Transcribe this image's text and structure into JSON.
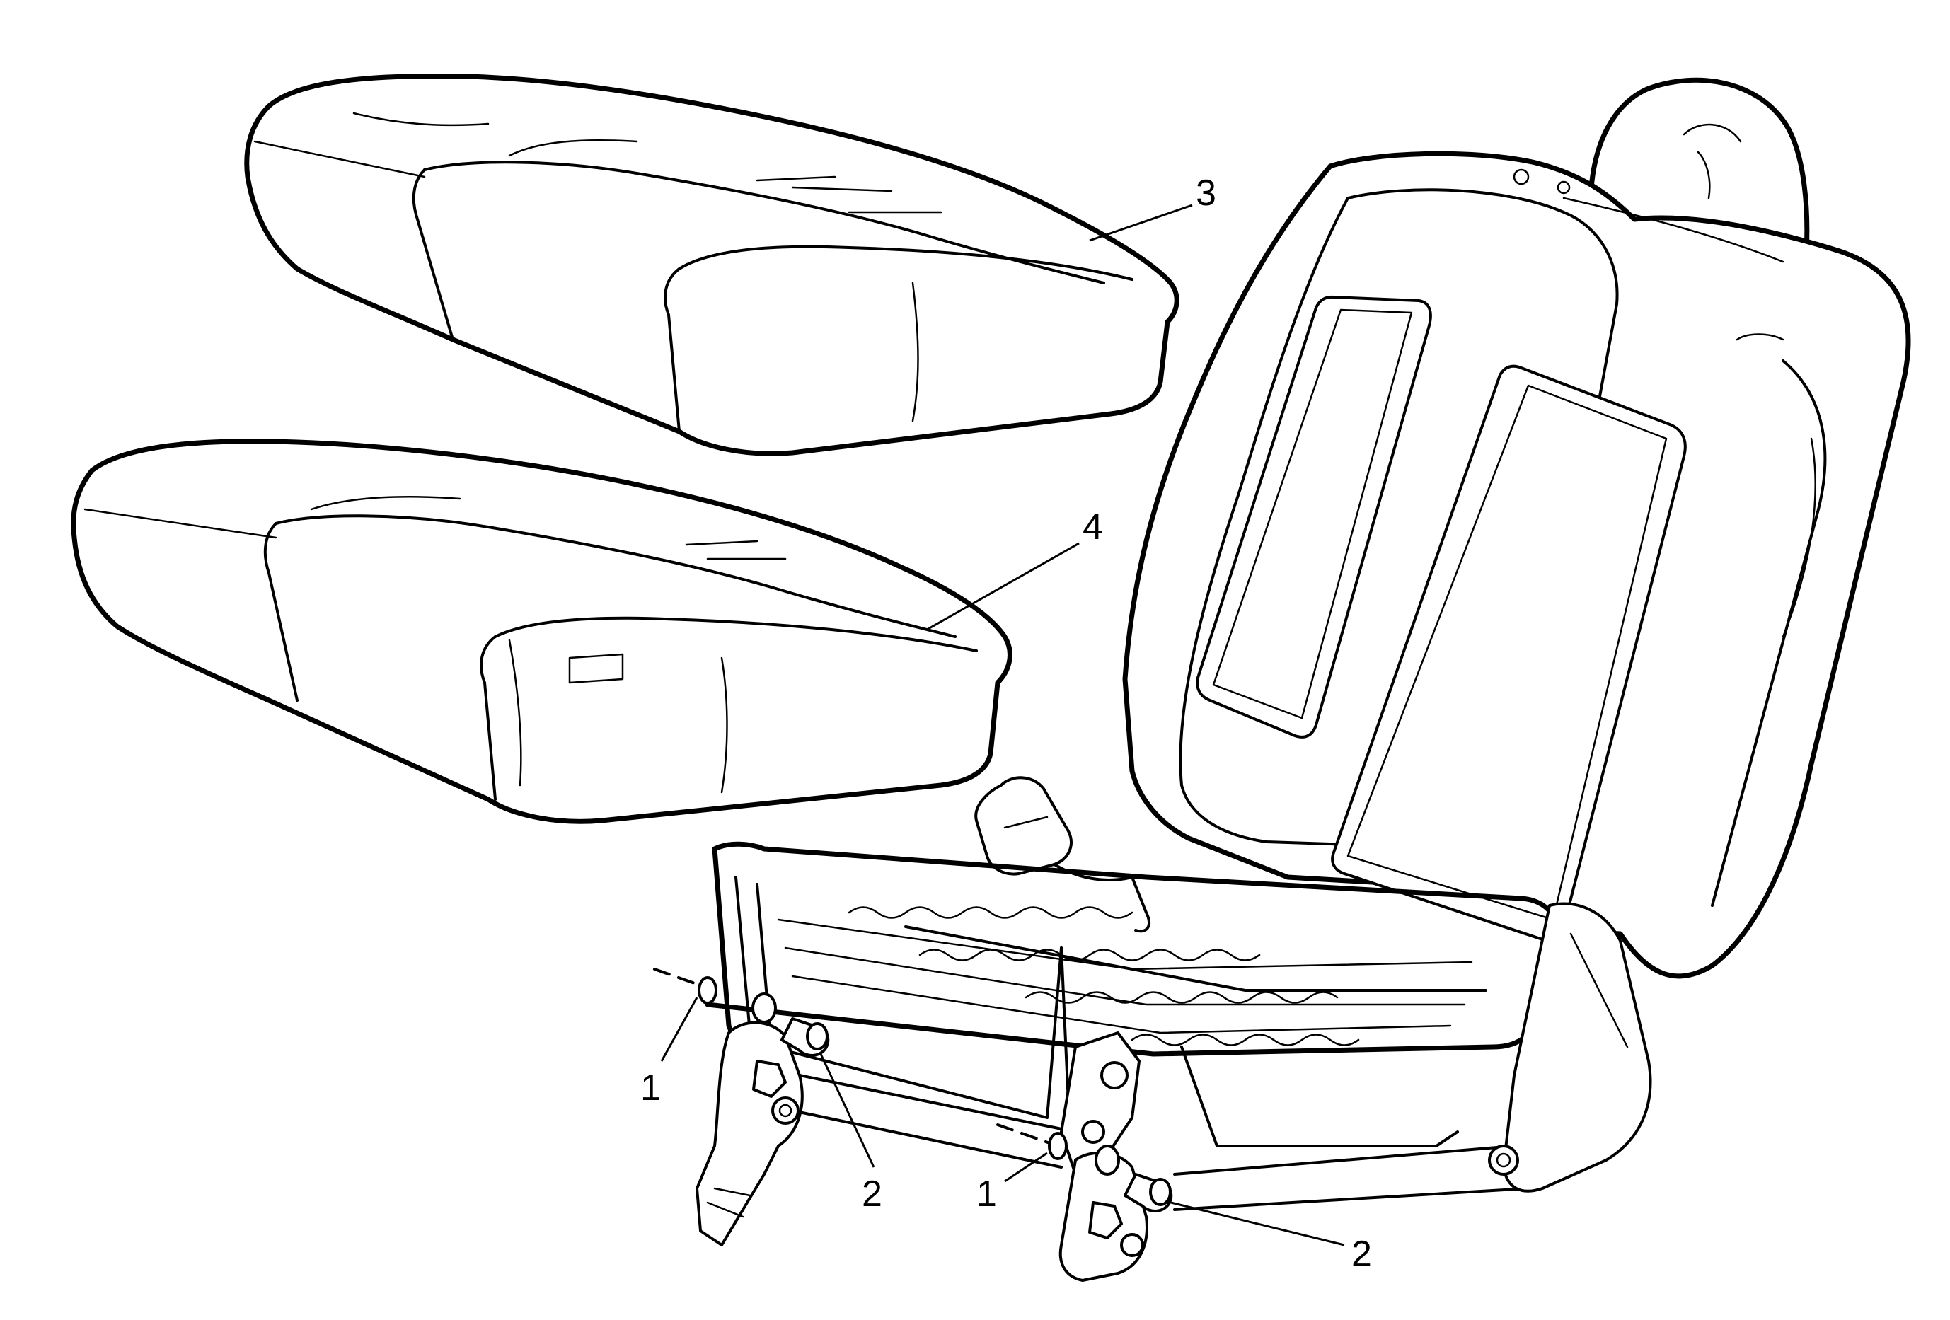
{
  "diagram": {
    "callouts": {
      "label_1_left": "1",
      "label_2_left": "2",
      "label_1_right": "1",
      "label_2_right": "2",
      "label_3": "3",
      "label_4": "4"
    },
    "parts": [
      {
        "id": "1",
        "name": "seat-retainer-clip"
      },
      {
        "id": "2",
        "name": "seat-pivot-bolt"
      },
      {
        "id": "3",
        "name": "seat-cushion-upper"
      },
      {
        "id": "4",
        "name": "seat-cushion-lower"
      }
    ]
  }
}
